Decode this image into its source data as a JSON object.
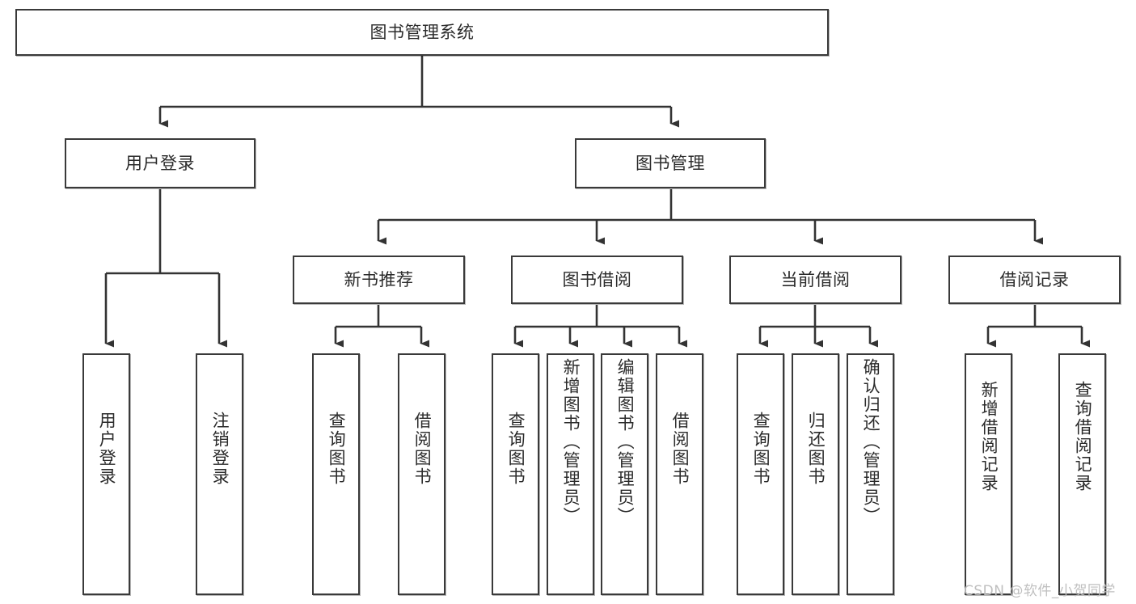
{
  "diagram": {
    "title": "图书管理系统",
    "type": "tree-hierarchy",
    "watermark": "CSDN @软件_小贺同学",
    "colors": {
      "box_border": "#3a3a3a",
      "box_fill": "#ffffff",
      "connector": "#333333",
      "text": "#2b2b2b",
      "watermark": "#bfbfbf"
    }
  },
  "nodes": {
    "root": {
      "label": "图书管理系统",
      "level": 0
    },
    "level2": [
      {
        "id": "user-login",
        "label": "用户登录",
        "level": 1
      },
      {
        "id": "book-management",
        "label": "图书管理",
        "level": 1
      }
    ],
    "level3": [
      {
        "id": "new-book-recommend",
        "label": "新书推荐",
        "level": 2
      },
      {
        "id": "book-borrow",
        "label": "图书借阅",
        "level": 2
      },
      {
        "id": "current-borrow",
        "label": "当前借阅",
        "level": 2
      },
      {
        "id": "borrow-record",
        "label": "借阅记录",
        "level": 2
      }
    ],
    "leaves": [
      {
        "id": "leaf-user-login",
        "label": "用户登录",
        "parent": "user-login"
      },
      {
        "id": "leaf-user-logout",
        "label": "注销登录",
        "parent": "user-login"
      },
      {
        "id": "leaf-query-book-1",
        "label": "查询图书",
        "parent": "new-book-recommend"
      },
      {
        "id": "leaf-borrow-book-1",
        "label": "借阅图书",
        "parent": "new-book-recommend"
      },
      {
        "id": "leaf-query-book-2",
        "label": "查询图书",
        "parent": "book-borrow"
      },
      {
        "id": "leaf-add-book",
        "label": "新增图书（管理员）",
        "parent": "book-borrow"
      },
      {
        "id": "leaf-edit-book",
        "label": "编辑图书（管理员）",
        "parent": "book-borrow"
      },
      {
        "id": "leaf-borrow-book-2",
        "label": "借阅图书",
        "parent": "book-borrow"
      },
      {
        "id": "leaf-query-book-3",
        "label": "查询图书",
        "parent": "current-borrow"
      },
      {
        "id": "leaf-return-book",
        "label": "归还图书",
        "parent": "current-borrow"
      },
      {
        "id": "leaf-confirm-return",
        "label": "确认归还（管理员）",
        "parent": "current-borrow"
      },
      {
        "id": "leaf-add-record",
        "label": "新增借阅记录",
        "parent": "borrow-record"
      },
      {
        "id": "leaf-query-record",
        "label": "查询借阅记录",
        "parent": "borrow-record"
      }
    ]
  }
}
